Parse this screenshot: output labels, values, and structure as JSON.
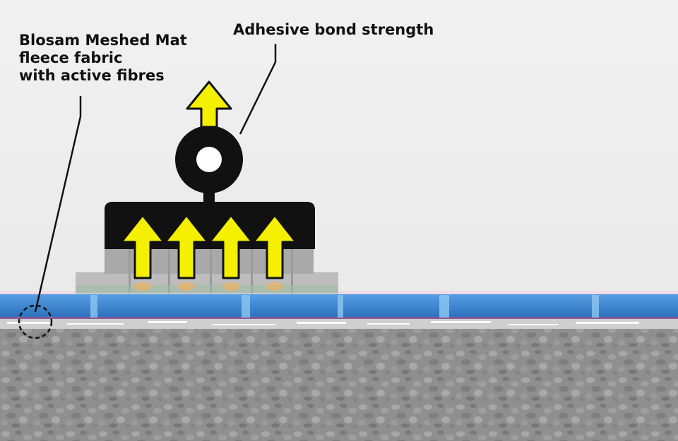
{
  "labels": {
    "fleece_lines": [
      "Blosam Meshed Mat",
      "fleece fabric",
      "with active fibres"
    ],
    "bond": "Adhesive bond strength"
  },
  "colors": {
    "background": "#ececec",
    "membrane_blue": "#3f86cf",
    "arrow_yellow": "#f4f000",
    "test_block": "#111111",
    "concrete": "#8c8c8c"
  },
  "icons": {
    "pull_arrow": "up-arrow-icon",
    "puller": "pull-ring-icon"
  }
}
